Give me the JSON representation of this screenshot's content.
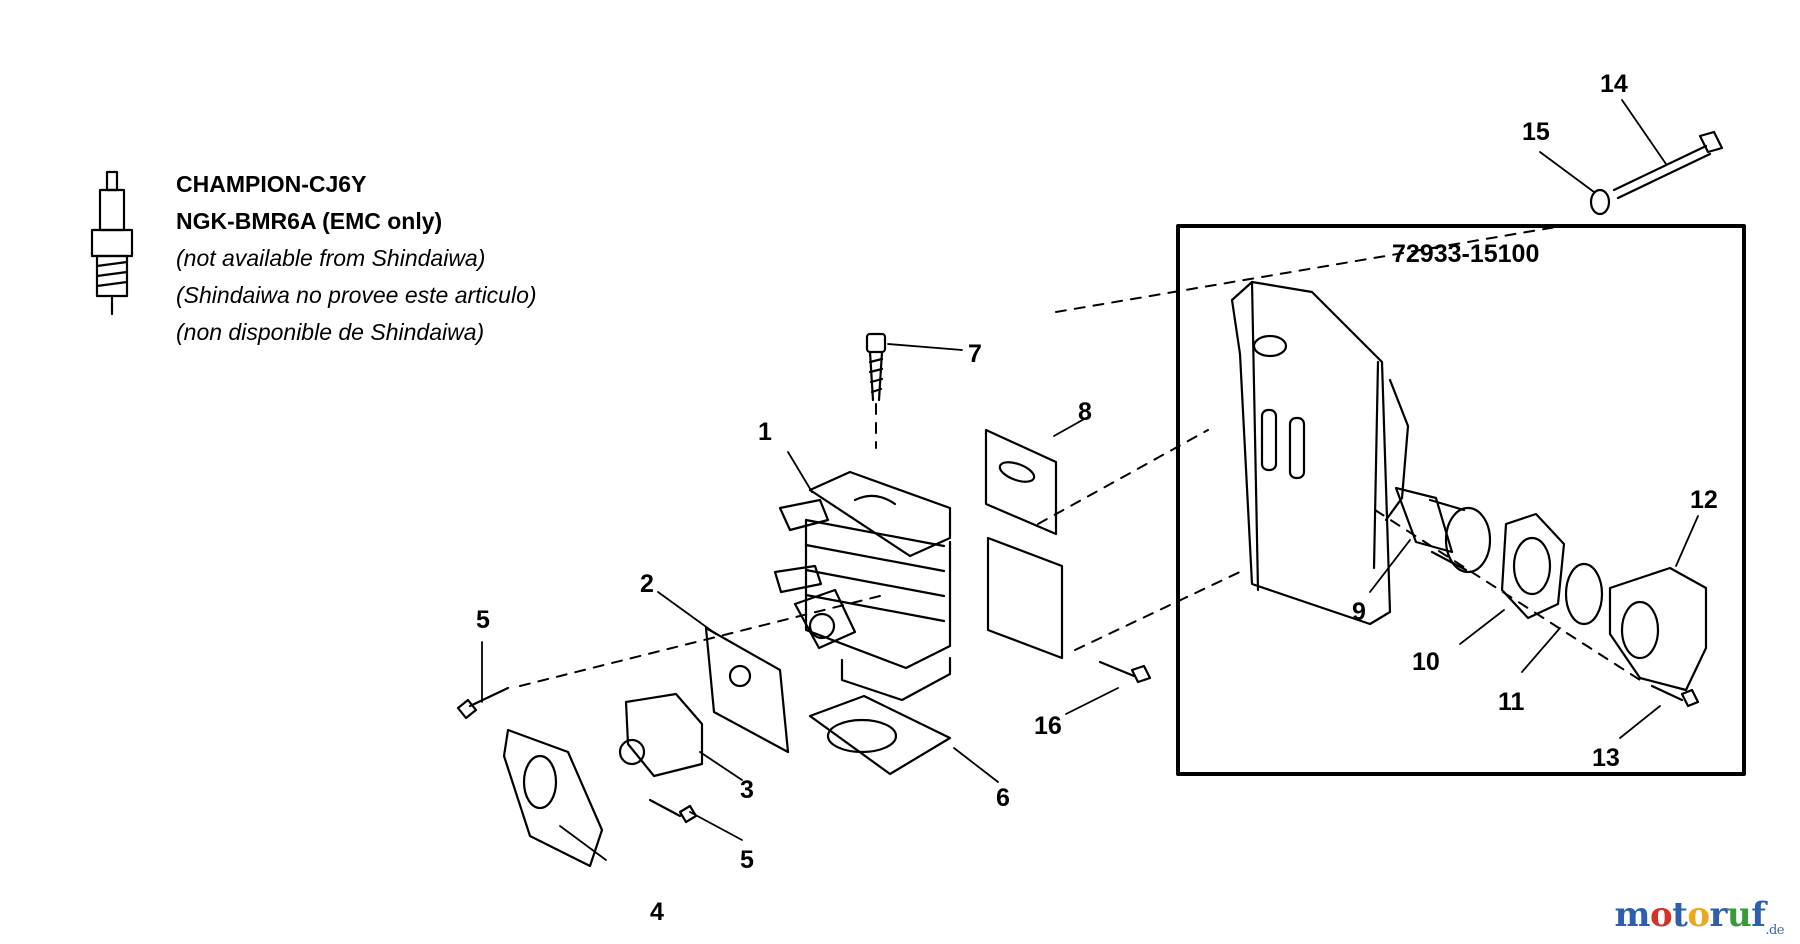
{
  "spark_plug": {
    "lines": [
      "CHAMPION-CJ6Y",
      "NGK-BMR6A (EMC only)",
      "(not available from Shindaiwa)",
      "(Shindaiwa no provee este articulo)",
      "(non disponible de Shindaiwa)"
    ]
  },
  "assembly": {
    "part_number": "72933-15100"
  },
  "callouts": {
    "c1": "1",
    "c2": "2",
    "c3": "3",
    "c4": "4",
    "c5a": "5",
    "c5b": "5",
    "c6": "6",
    "c7": "7",
    "c8": "8",
    "c9": "9",
    "c10": "10",
    "c11": "11",
    "c12": "12",
    "c13": "13",
    "c14": "14",
    "c15": "15",
    "c16": "16"
  },
  "watermark": {
    "letters": [
      "m",
      "o",
      "t",
      "o",
      "r",
      "u",
      "f"
    ],
    "colors": [
      "#2e5fae",
      "#d6302a",
      "#2e5fae",
      "#e8a91c",
      "#2e5fae",
      "#3a9a3a",
      "#2e5fae"
    ],
    "suffix": ".de"
  }
}
